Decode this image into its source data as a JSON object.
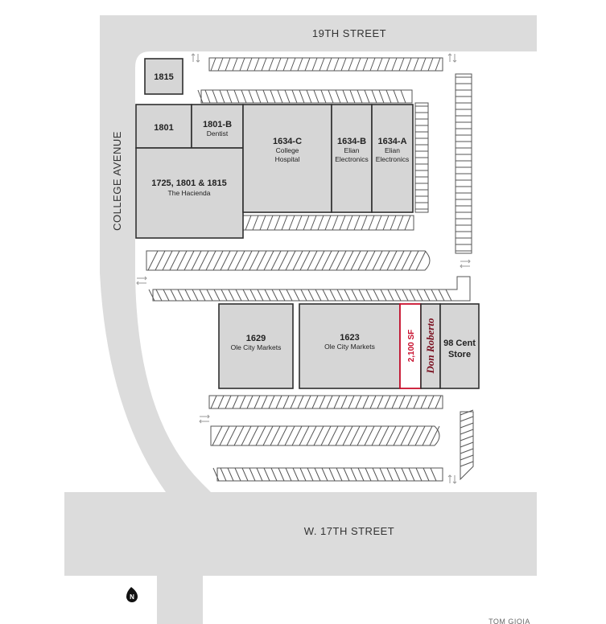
{
  "streets": {
    "north": "19TH STREET",
    "south": "W. 17TH STREET",
    "west": "COLLEGE AVENUE"
  },
  "units": {
    "u1815": {
      "num": "1815"
    },
    "u1801": {
      "num": "1801"
    },
    "u1801b": {
      "num": "1801-B",
      "tenant": "Dentist"
    },
    "hacienda": {
      "num": "1725, 1801 & 1815",
      "tenant": "The Hacienda"
    },
    "u1634c": {
      "num": "1634-C",
      "tenant_line1": "College",
      "tenant_line2": "Hospital"
    },
    "u1634b": {
      "num": "1634-B",
      "tenant_line1": "Elian",
      "tenant_line2": "Electronics"
    },
    "u1634a": {
      "num": "1634-A",
      "tenant_line1": "Elian",
      "tenant_line2": "Electronics"
    },
    "u1629": {
      "num": "1629",
      "tenant": "Ole City Markets"
    },
    "u1623": {
      "num": "1623",
      "tenant": "Ole City Markets"
    },
    "available": {
      "size": "2,100 SF"
    },
    "donroberto": {
      "logo_text": "Don Roberto"
    },
    "cent98": {
      "line1": "98 Cent",
      "line2": "Store"
    }
  },
  "north_marker": "N",
  "credit": "TOM GIOIA",
  "colors": {
    "road": "#dcdcdc",
    "building": "#d6d6d6",
    "available_outline": "#c8102e",
    "logo": "#7a1020"
  },
  "icons": [
    "north-arrow-icon",
    "two-way-arrow-icon"
  ]
}
